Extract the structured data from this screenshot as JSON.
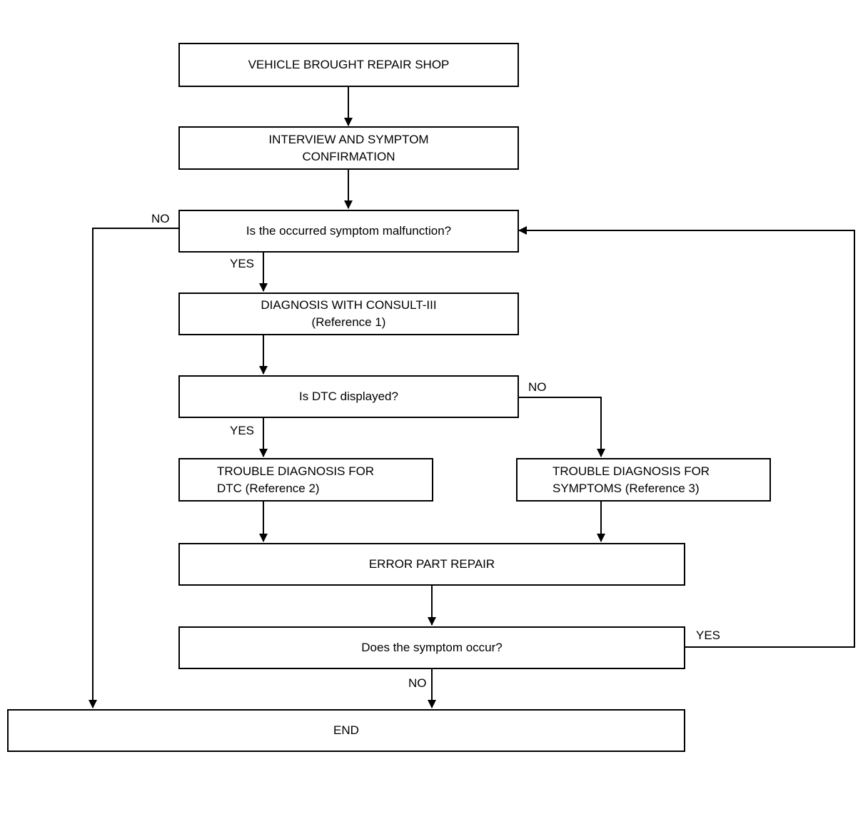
{
  "diagram": {
    "boxes": {
      "vehicle": {
        "lines": [
          "VEHICLE BROUGHT REPAIR SHOP"
        ]
      },
      "interview": {
        "lines": [
          "INTERVIEW AND SYMPTOM",
          "CONFIRMATION"
        ]
      },
      "symptom_question": {
        "lines": [
          "Is the occurred symptom malfunction?"
        ]
      },
      "consult": {
        "lines": [
          "DIAGNOSIS WITH CONSULT-III",
          "(Reference 1)"
        ]
      },
      "dtc_question": {
        "lines": [
          "Is DTC displayed?"
        ]
      },
      "trouble_dtc": {
        "lines": [
          "TROUBLE DIAGNOSIS FOR",
          "DTC (Reference 2)"
        ]
      },
      "trouble_symptoms": {
        "lines": [
          "TROUBLE DIAGNOSIS FOR",
          "SYMPTOMS (Reference 3)"
        ]
      },
      "repair": {
        "lines": [
          "ERROR PART REPAIR"
        ]
      },
      "occur_question": {
        "lines": [
          "Does the symptom occur?"
        ]
      },
      "end": {
        "lines": [
          "END"
        ]
      }
    },
    "labels": {
      "symptom_no": "NO",
      "symptom_yes": "YES",
      "dtc_no": "NO",
      "dtc_yes": "YES",
      "occur_yes": "YES",
      "occur_no": "NO"
    },
    "colors": {
      "line": "#000000",
      "background": "#ffffff"
    }
  }
}
